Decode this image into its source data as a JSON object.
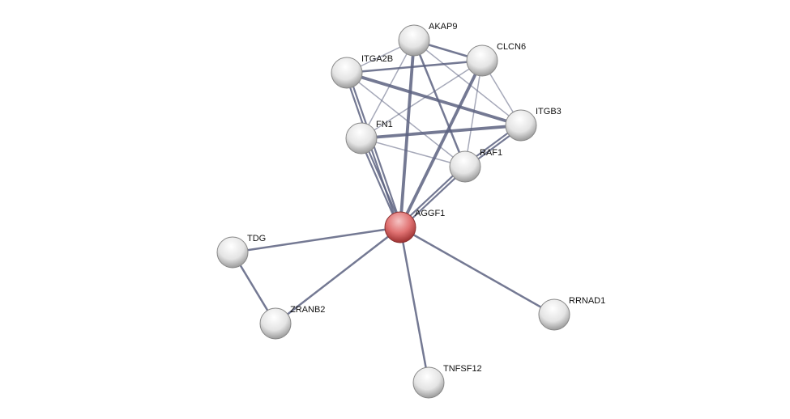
{
  "network": {
    "query_node": "AGGF1",
    "colors": {
      "edge": "#5c6280",
      "query_node": "#e07070",
      "node": "#e8e8e8"
    },
    "nodes": [
      "AKAP9",
      "CLCN6",
      "ITGA2B",
      "ITGB3",
      "FN1",
      "RAF1",
      "AGGF1",
      "TDG",
      "ZRANB2",
      "RRNAD1",
      "TNFSF12"
    ],
    "edges": [
      {
        "a": "AKAP9",
        "b": "ITGA2B",
        "w": 1
      },
      {
        "a": "AKAP9",
        "b": "CLCN6",
        "w": 2
      },
      {
        "a": "AKAP9",
        "b": "FN1",
        "w": 1
      },
      {
        "a": "AKAP9",
        "b": "AGGF1",
        "w": 3
      },
      {
        "a": "AKAP9",
        "b": "RAF1",
        "w": 2
      },
      {
        "a": "AKAP9",
        "b": "ITGB3",
        "w": 1
      },
      {
        "a": "ITGA2B",
        "b": "CLCN6",
        "w": 2
      },
      {
        "a": "ITGA2B",
        "b": "ITGB3",
        "w": 3
      },
      {
        "a": "ITGA2B",
        "b": "RAF1",
        "w": 1
      },
      {
        "a": "ITGA2B",
        "b": "AGGF1",
        "w": 4
      },
      {
        "a": "FN1",
        "b": "CLCN6",
        "w": 1
      },
      {
        "a": "FN1",
        "b": "ITGB3",
        "w": 3
      },
      {
        "a": "FN1",
        "b": "RAF1",
        "w": 1
      },
      {
        "a": "FN1",
        "b": "AGGF1",
        "w": 4
      },
      {
        "a": "CLCN6",
        "b": "AGGF1",
        "w": 3
      },
      {
        "a": "CLCN6",
        "b": "RAF1",
        "w": 1
      },
      {
        "a": "CLCN6",
        "b": "ITGB3",
        "w": 1
      },
      {
        "a": "ITGB3",
        "b": "RAF1",
        "w": 4
      },
      {
        "a": "RAF1",
        "b": "AGGF1",
        "w": 4
      },
      {
        "a": "AGGF1",
        "b": "TDG",
        "w": 2
      },
      {
        "a": "AGGF1",
        "b": "ZRANB2",
        "w": 2
      },
      {
        "a": "AGGF1",
        "b": "RRNAD1",
        "w": 2
      },
      {
        "a": "AGGF1",
        "b": "TNFSF12",
        "w": 2
      },
      {
        "a": "TDG",
        "b": "ZRANB2",
        "w": 2
      }
    ]
  }
}
